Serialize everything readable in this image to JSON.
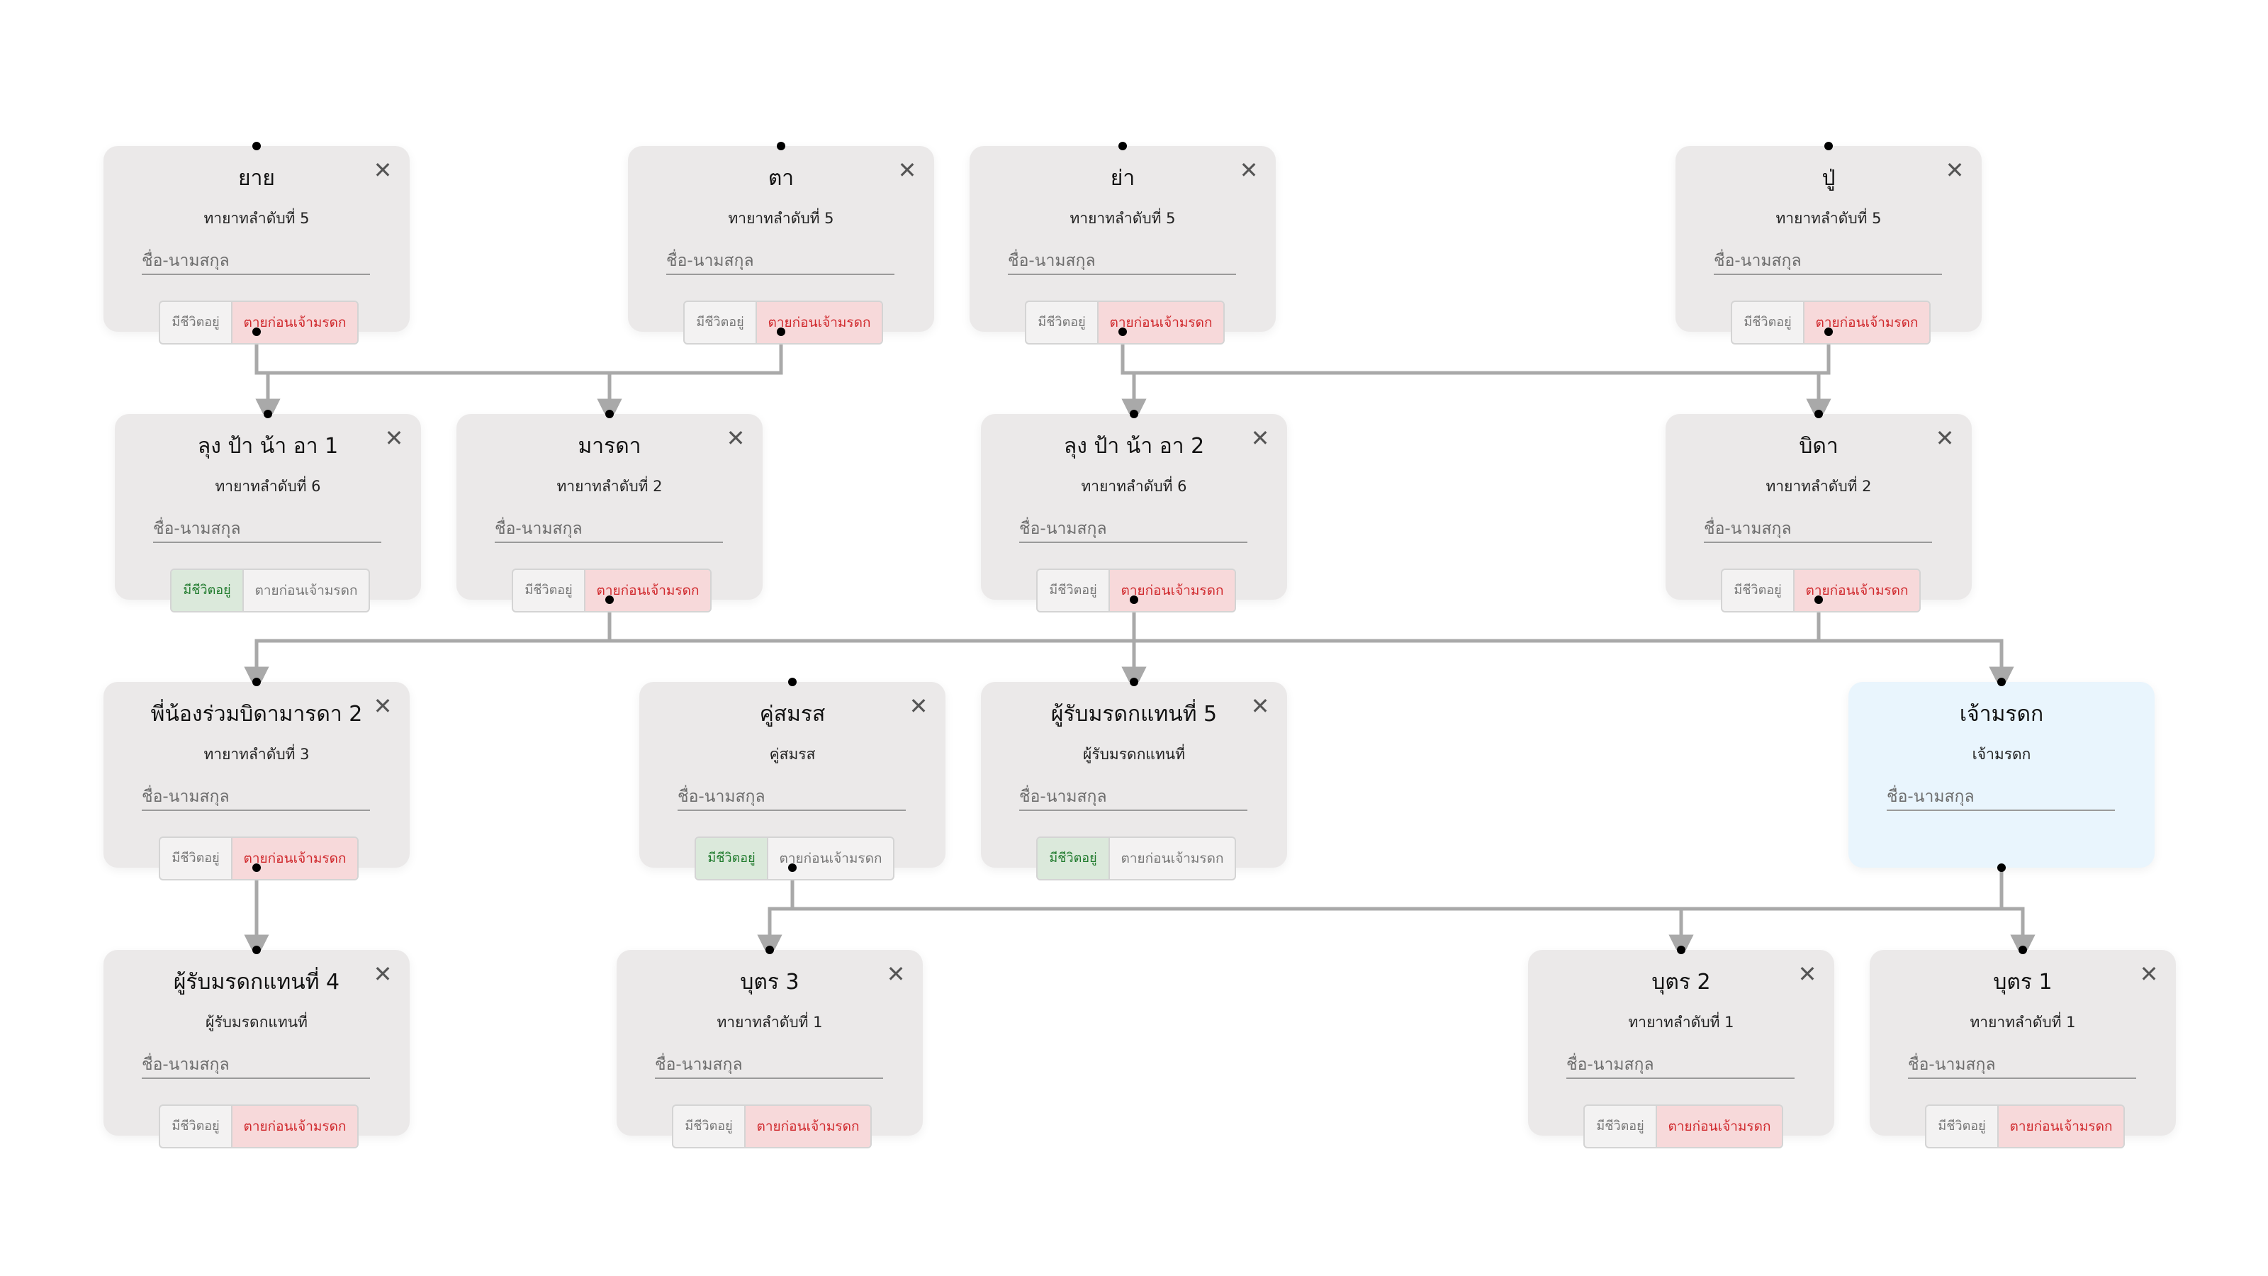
{
  "labels": {
    "name_placeholder": "ชื่อ-นามสกุล",
    "alive_label": "มีชีวิตอยู่",
    "dead_label": "ตายก่อนเจ้ามรดก",
    "close_glyph": "✕"
  },
  "colors": {
    "card": "#ebe9e9",
    "owner_card": "#e9f5fd",
    "edge": "#a9a9a9",
    "dead_active": "#d0282c",
    "alive_active": "#1f7a2c"
  },
  "nodes": [
    {
      "id": "grandmother_maternal",
      "title": "ยาย",
      "subtitle": "ทายาทลำดับที่ 5",
      "status": "dead",
      "closable": true
    },
    {
      "id": "grandfather_maternal",
      "title": "ตา",
      "subtitle": "ทายาทลำดับที่ 5",
      "status": "dead",
      "closable": true
    },
    {
      "id": "grandmother_paternal",
      "title": "ย่า",
      "subtitle": "ทายาทลำดับที่ 5",
      "status": "dead",
      "closable": true
    },
    {
      "id": "grandfather_paternal",
      "title": "ปู่",
      "subtitle": "ทายาทลำดับที่ 5",
      "status": "dead",
      "closable": true
    },
    {
      "id": "uncle_aunt_1",
      "title": "ลุง ป้า น้า อา 1",
      "subtitle": "ทายาทลำดับที่ 6",
      "status": "alive",
      "closable": true
    },
    {
      "id": "mother",
      "title": "มารดา",
      "subtitle": "ทายาทลำดับที่ 2",
      "status": "dead",
      "closable": true
    },
    {
      "id": "uncle_aunt_2",
      "title": "ลุง ป้า น้า อา 2",
      "subtitle": "ทายาทลำดับที่ 6",
      "status": "dead",
      "closable": true
    },
    {
      "id": "father",
      "title": "บิดา",
      "subtitle": "ทายาทลำดับที่ 2",
      "status": "dead",
      "closable": true
    },
    {
      "id": "sibling_2",
      "title": "พี่น้องร่วมบิดามารดา 2",
      "subtitle": "ทายาทลำดับที่ 3",
      "status": "dead",
      "closable": true
    },
    {
      "id": "spouse",
      "title": "คู่สมรส",
      "subtitle": "คู่สมรส",
      "status": "alive",
      "closable": true
    },
    {
      "id": "representative_5",
      "title": "ผู้รับมรดกแทนที่ 5",
      "subtitle": "ผู้รับมรดกแทนที่",
      "status": "alive",
      "closable": true
    },
    {
      "id": "owner",
      "title": "เจ้ามรดก",
      "subtitle": "เจ้ามรดก",
      "status": "none",
      "closable": false
    },
    {
      "id": "representative_4",
      "title": "ผู้รับมรดกแทนที่ 4",
      "subtitle": "ผู้รับมรดกแทนที่",
      "status": "dead",
      "closable": true
    },
    {
      "id": "child_3",
      "title": "บุตร 3",
      "subtitle": "ทายาทลำดับที่ 1",
      "status": "dead",
      "closable": true
    },
    {
      "id": "child_2",
      "title": "บุตร 2",
      "subtitle": "ทายาทลำดับที่ 1",
      "status": "dead",
      "closable": true
    },
    {
      "id": "child_1",
      "title": "บุตร 1",
      "subtitle": "ทายาทลำดับที่ 1",
      "status": "dead",
      "closable": true
    }
  ],
  "edges": [
    {
      "from": "grandmother_maternal",
      "to": "uncle_aunt_1"
    },
    {
      "from": "grandmother_maternal",
      "to": "mother"
    },
    {
      "from": "grandfather_maternal",
      "to": "uncle_aunt_1"
    },
    {
      "from": "grandfather_maternal",
      "to": "mother"
    },
    {
      "from": "grandmother_paternal",
      "to": "uncle_aunt_2"
    },
    {
      "from": "grandmother_paternal",
      "to": "father"
    },
    {
      "from": "grandfather_paternal",
      "to": "uncle_aunt_2"
    },
    {
      "from": "grandfather_paternal",
      "to": "father"
    },
    {
      "from": "mother",
      "to": "sibling_2"
    },
    {
      "from": "mother",
      "to": "representative_5"
    },
    {
      "from": "mother",
      "to": "owner"
    },
    {
      "from": "father",
      "to": "sibling_2"
    },
    {
      "from": "father",
      "to": "representative_5"
    },
    {
      "from": "father",
      "to": "owner"
    },
    {
      "from": "uncle_aunt_2",
      "to": "representative_5"
    },
    {
      "from": "sibling_2",
      "to": "representative_4"
    },
    {
      "from": "spouse",
      "to": "child_3"
    },
    {
      "from": "spouse",
      "to": "child_2"
    },
    {
      "from": "spouse",
      "to": "child_1"
    },
    {
      "from": "owner",
      "to": "child_3"
    },
    {
      "from": "owner",
      "to": "child_2"
    },
    {
      "from": "owner",
      "to": "child_1"
    }
  ]
}
